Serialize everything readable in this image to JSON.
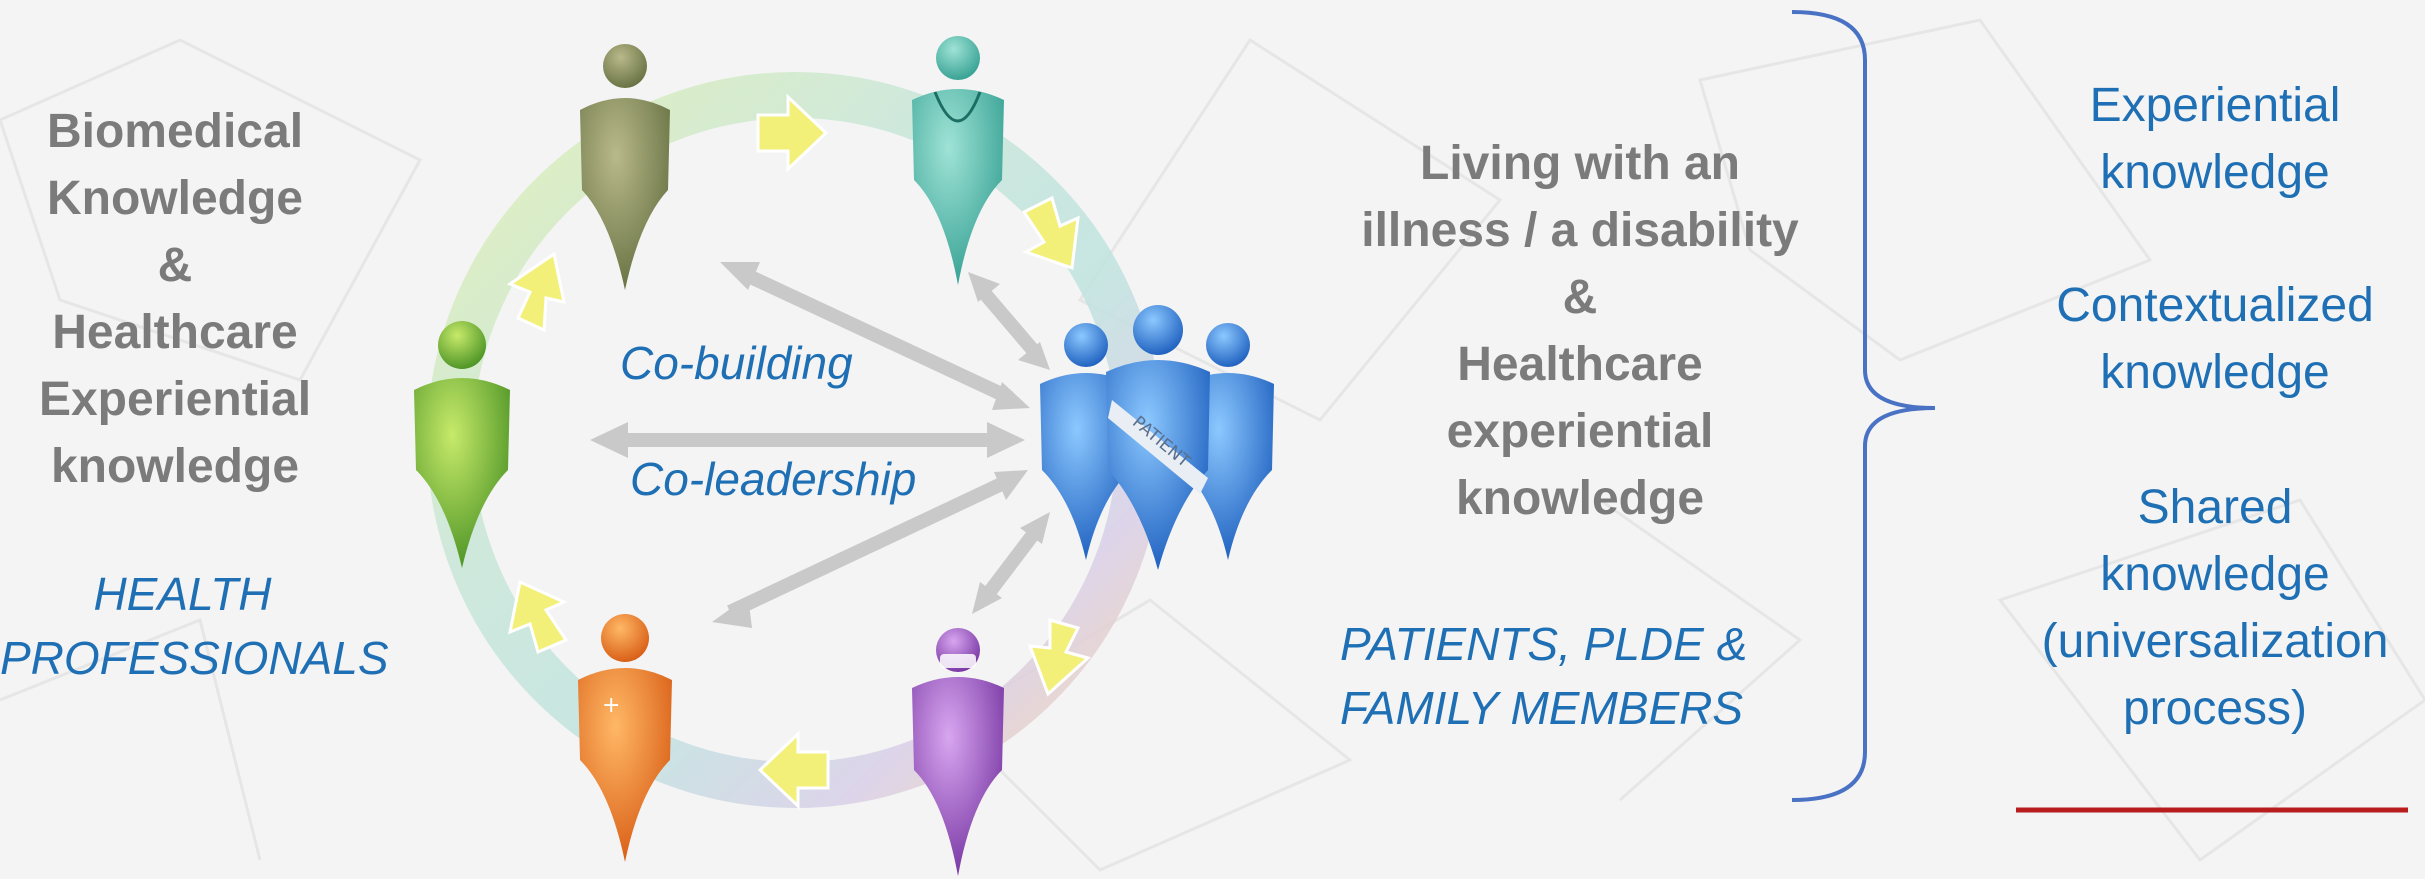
{
  "left_block": {
    "lines": [
      "Biomedical",
      "Knowledge",
      "&",
      "Healthcare",
      "Experiential",
      "knowledge"
    ],
    "group_lines": [
      "HEALTH",
      "PROFESSIONALS"
    ]
  },
  "center": {
    "co_building": "Co-building",
    "co_leadership": "Co-leadership",
    "patient_sash": "PATIENT"
  },
  "middle_block": {
    "lines": [
      "Living with an",
      "illness / a disability",
      "&",
      "Healthcare",
      "experiential",
      "knowledge"
    ],
    "group_lines": [
      "PATIENTS, PLDE &",
      "FAMILY MEMBERS"
    ]
  },
  "right_block": {
    "item1": [
      "Experiential",
      "knowledge"
    ],
    "item2": [
      "Contextualized",
      "knowledge"
    ],
    "item3": [
      "Shared",
      "knowledge",
      "(universalization",
      "process)"
    ]
  },
  "colors": {
    "blue_text": "#1f6fb5",
    "gray_text": "#7b7b7b",
    "brace": "#4a72c4",
    "red_line": "#b81c1c",
    "cycle_arrow": "#f3f07a"
  }
}
